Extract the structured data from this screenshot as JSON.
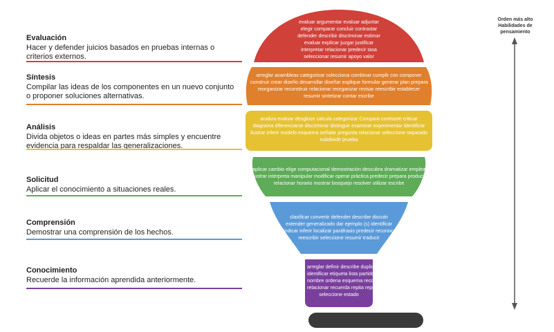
{
  "levels": [
    {
      "title": "Evaluación",
      "desc_lines": [
        "Hacer y defender juicios basados en pruebas internas o",
        "criterios externos."
      ],
      "color": "#d0413a"
    },
    {
      "title": "Síntesis",
      "desc_lines": [
        "Compilar las ideas de los componentes en un nuevo conjunto",
        "o proponer soluciones alternativas."
      ],
      "color": "#e07f2c"
    },
    {
      "title": "Análisis",
      "desc_lines": [
        "Divida objetos o ideas en partes más simples y encuentre",
        "evidencia para respaldar las generalizaciones."
      ],
      "color": "#e6c233"
    },
    {
      "title": "Solicitud",
      "desc_lines": [
        "Aplicar el conocimiento a situaciones reales."
      ],
      "color": "#5eab58"
    },
    {
      "title": "Comprensión",
      "desc_lines": [
        "Demostrar una comprensión de los hechos."
      ],
      "color": "#5b9ad8"
    },
    {
      "title": "Conocimiento",
      "desc_lines": [
        "Recuerde la información aprendida anteriormente."
      ],
      "color": "#7a3f9d"
    }
  ],
  "bands": [
    {
      "name": "evaluacion",
      "color": "#d0413a",
      "lines": [
        "evaluar argumentar evaluar adjuntar",
        "elegir comparar concluir contrastar",
        "defender describir discriminar estimar",
        "evaluar explicar juzgar justificar",
        "interpretar relacionar predecir tasa",
        "seleccionar resumir apoyo valor"
      ]
    },
    {
      "name": "sintesis",
      "color": "#e07f2c",
      "lines": [
        "arreglar asambleas categorizar  colecciona combinar cumplir con componer",
        "construir crear diseño desarrollar diseñar explique formular generar plan prepara",
        "reorganizar reconstruir relacionar reorganizar revisar reescribir establecer",
        "resumir sintetizar contar escribe"
      ]
    },
    {
      "name": "analisis",
      "color": "#e6c233",
      "lines": [
        "analiza evaluar desglose calcula categorizar Compara contraste criticar",
        "diagrama diferenciarse discriminar distinguir examinar experimentar identificar",
        "ilustrar inferir modelo esquema señalar pregunta relacionar seleccione separado",
        "subdividir prueba"
      ]
    },
    {
      "name": "solicitud",
      "color": "#5eab58",
      "lines": [
        "aplicar cambio elige computacional demostración descubra dramatizar emplea",
        "ilustrar interpreta manipular modificar operar práctica predecir prepara producir",
        "relacionar horario mostrar bosquejo resolver utilizar escribe"
      ]
    },
    {
      "name": "comprension",
      "color": "#5b9ad8",
      "lines": [
        "clasificar convertir defender  describe discutir",
        "extender generalizado dar ejemplo (s) identificar",
        "indicar inferir localizar paráfrasis predecir reconocer",
        "reescribir seleccione resumir traducir"
      ]
    },
    {
      "name": "conocimiento",
      "color": "#7a3f9d",
      "lines": [
        "arreglar definir describe duplicado",
        "identificar etiqueta lista partido memorizar",
        "nombre ordena esquema reconocer",
        "relacionar recuerda repita reproducir",
        "seleccione estado"
      ]
    }
  ],
  "axis": {
    "title_lines": [
      "Orden más alto",
      "Habilidades de",
      "pensamiento"
    ],
    "color": "#555555"
  },
  "base_color": "#3a3a3a"
}
